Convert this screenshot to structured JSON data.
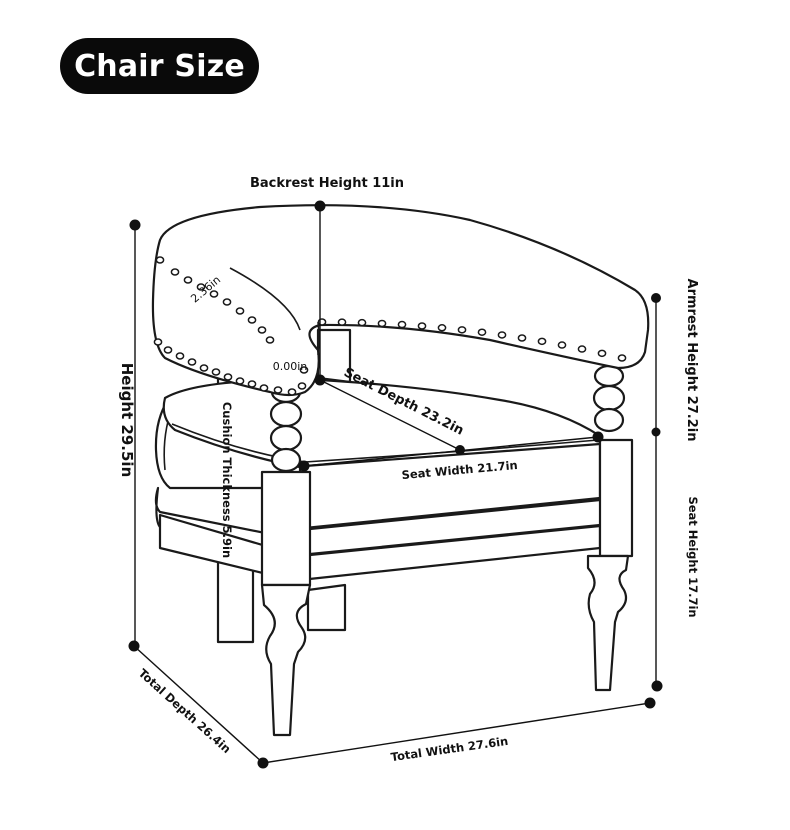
{
  "title": "Chair Size",
  "dimensions": {
    "backrest_height": "Backrest Height 11in",
    "armrest_height": "Armrest Height 27.2in",
    "height": "Height 29.5in",
    "seat_depth": "Seat Depth 23.2in",
    "seat_width": "Seat Width 21.7in",
    "cushion_thickness": "Cushion Thickness 5.9in",
    "seat_height": "Seat Height 17.7in",
    "total_depth": "Total Depth 26.4in",
    "total_width": "Total Width 27.6in",
    "arm_inner": "2.36in",
    "zero_offset": "0.00in"
  }
}
